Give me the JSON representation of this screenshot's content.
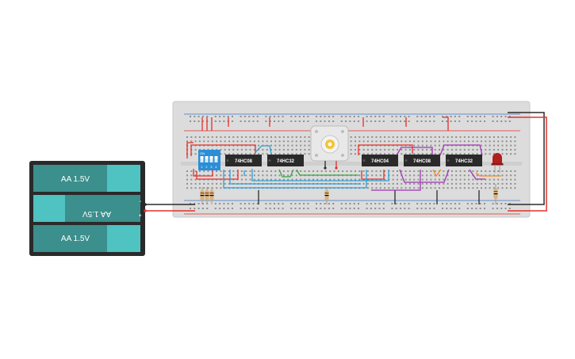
{
  "battery_pack": {
    "cells": [
      "AA 1.5V",
      "AA 1.5V",
      "AA 1.5V"
    ],
    "minus_sign": "-",
    "plus_sign": "+"
  },
  "dip_switch": {
    "label": "ON",
    "positions": [
      "1",
      "2",
      "3",
      "4"
    ]
  },
  "chips": [
    {
      "label": "74HC08"
    },
    {
      "label": "74HC32"
    },
    {
      "label": "74HC04"
    },
    {
      "label": "74HC08"
    },
    {
      "label": "74HC32"
    }
  ],
  "colors": {
    "board": "#dcdcdc",
    "red_wire": "#e4312b",
    "black_wire": "#2b2b2b",
    "blue_wire": "#2f9fd6",
    "purple_wire": "#a034b4",
    "green_wire": "#3aa541",
    "orange_wire": "#f08a23",
    "battery_dark": "#3b8f8c",
    "battery_light": "#4fc2c2",
    "chip": "#2a2a2a",
    "dip": "#2b8ed6",
    "led": "#b01e1e"
  }
}
